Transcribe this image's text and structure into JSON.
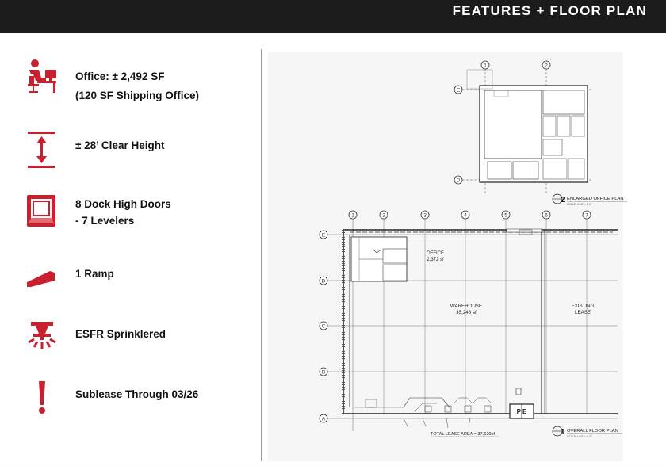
{
  "header": {
    "title": "FEATURES + FLOOR PLAN"
  },
  "features": [
    {
      "icon": "office-desk-icon",
      "line1": "Office: ± 2,492 SF",
      "line2": "(120 SF Shipping Office)"
    },
    {
      "icon": "clear-height-icon",
      "line1": "± 28’ Clear Height"
    },
    {
      "icon": "dock-door-icon",
      "line1": "8 Dock High Doors",
      "line2": "- 7 Levelers"
    },
    {
      "icon": "ramp-icon",
      "line1": "1 Ramp"
    },
    {
      "icon": "sprinkler-icon",
      "line1": "ESFR Sprinklered"
    },
    {
      "icon": "exclamation-icon",
      "line1": "Sublease Through 03/26"
    }
  ],
  "accent_color": "#c8202f",
  "office_plan": {
    "grid_columns": [
      "1",
      "2"
    ],
    "grid_rows": [
      "E",
      "D"
    ],
    "title_number": "2",
    "title": "ENLARGED OFFICE PLAN",
    "scale": "SCALE: 1/16\" = 1'-0\""
  },
  "floor_plan": {
    "grid_columns": [
      "1",
      "2",
      "3",
      "4",
      "5",
      "6",
      "7"
    ],
    "grid_rows": [
      "E",
      "D",
      "C",
      "B",
      "A"
    ],
    "office_label": "OFFICE",
    "office_area": "2,372 sf",
    "warehouse_label": "WAREHOUSE",
    "warehouse_area": "35,248 sf",
    "existing_label_1": "EXISTING",
    "existing_label_2": "LEASE",
    "total_area": "TOTAL LEASE AREA = 37,620sf",
    "pe_label": "P E",
    "title_number": "1",
    "title": "OVERALL FLOOR PLAN",
    "scale": "SCALE: 1/64\" = 1'-0\""
  }
}
